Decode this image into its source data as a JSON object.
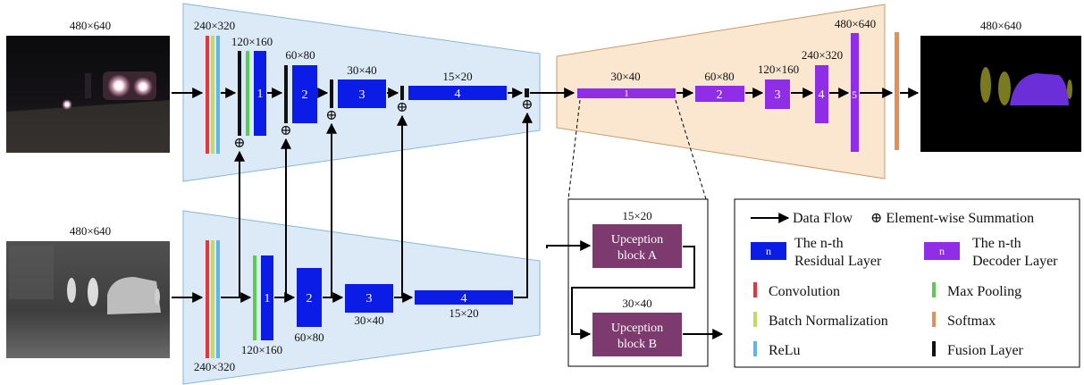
{
  "size_labels": {
    "rgb_input": "480×640",
    "thermal_input": "480×640",
    "output": "480×640",
    "rgb_conv": "240×320",
    "rgb_res1": "120×160",
    "rgb_res2": "60×80",
    "rgb_res3": "30×40",
    "rgb_res4": "15×20",
    "th_conv": "240×320",
    "th_res1": "120×160",
    "th_res2": "60×80",
    "th_res3": "30×40",
    "th_res4": "15×20",
    "dec1": "30×40",
    "dec2": "60×80",
    "dec3": "120×160",
    "dec4": "240×320",
    "dec5": "480×640",
    "upA": "15×20",
    "upB": "30×40"
  },
  "residual_blocks": [
    "1",
    "2",
    "3",
    "4"
  ],
  "decoder_blocks": [
    "1",
    "2",
    "3",
    "4",
    "5"
  ],
  "upception": {
    "a_line1": "Upception",
    "a_line2": "block A",
    "b_line1": "Upception",
    "b_line2": "block B"
  },
  "legend": {
    "data_flow": "Data Flow",
    "element_wise": "⊕ Element-wise Summation",
    "residual_swatch": "n",
    "residual_line1": "The n-th",
    "residual_line2": "Residual Layer",
    "decoder_swatch": "n",
    "decoder_line1": "The n-th",
    "decoder_line2": "Decoder Layer",
    "convolution": "Convolution",
    "max_pooling": "Max Pooling",
    "batch_norm": "Batch Normalization",
    "softmax": "Softmax",
    "relu": "ReLu",
    "fusion": "Fusion Layer"
  },
  "sum_symbol": "⊕",
  "colors": {
    "convolution": "#e8333b",
    "max_pooling": "#57cf4d",
    "batch_norm": "#c6d863",
    "relu": "#5fb6e8",
    "softmax": "#e68f54",
    "fusion": "#111111",
    "residual": "#0a1ce6",
    "decoder": "#8f2ee6",
    "upception": "#7d3a6e",
    "encoder_fill": "#dbeaf6",
    "decoder_fill": "#fbe6cf"
  }
}
